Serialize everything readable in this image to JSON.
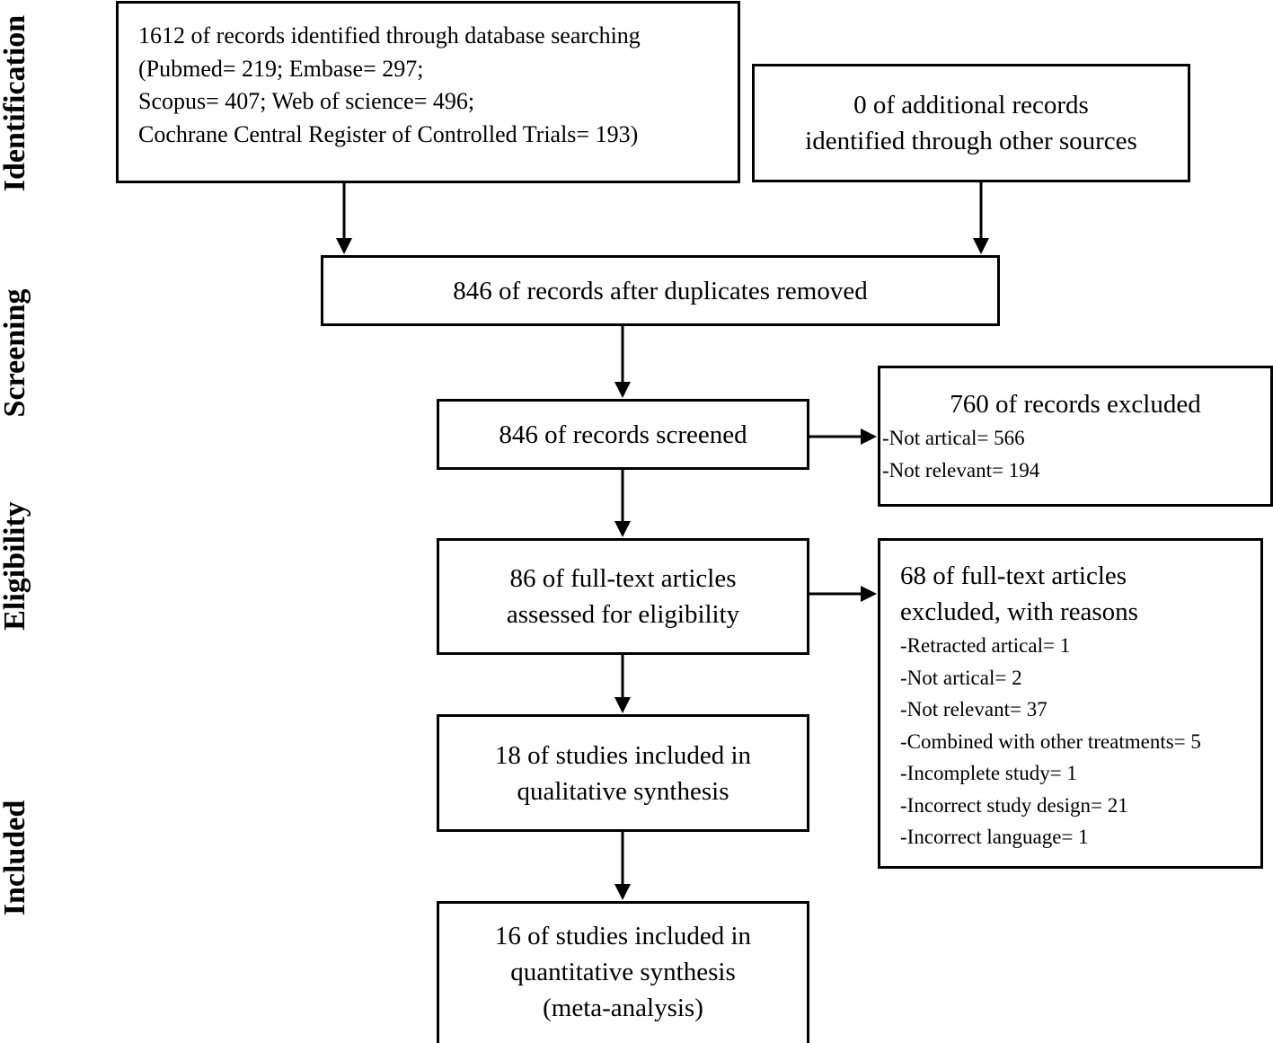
{
  "stages": [
    "Identification",
    "Screening",
    "Eligibility",
    "Included"
  ],
  "identification": {
    "database_lines": [
      "1612 of records identified through database searching",
      "(Pubmed= 219; Embase= 297;",
      "Scopus= 407; Web of science= 496;",
      "Cochrane Central Register of Controlled Trials= 193)"
    ],
    "other_lines": [
      "0 of additional records",
      "identified through other sources"
    ]
  },
  "screening": {
    "deduplicated": "846 of records after duplicates removed",
    "screened": "846 of records screened",
    "excluded_title": "760 of records excluded",
    "excluded_reasons": [
      "-Not artical= 566",
      "-Not relevant= 194"
    ]
  },
  "eligibility": {
    "assessed_lines": [
      "86 of full-text articles",
      "assessed for eligibility"
    ],
    "excluded_title_lines": [
      "68 of full-text articles",
      "excluded, with reasons"
    ],
    "excluded_reasons": [
      "-Retracted artical= 1",
      "-Not artical= 2",
      "-Not relevant= 37",
      "-Combined with other treatments= 5",
      "-Incomplete study= 1",
      "-Incorrect study design= 21",
      "-Incorrect language= 1"
    ]
  },
  "included": {
    "qualitative_lines": [
      "18 of studies included in",
      "qualitative synthesis"
    ],
    "quantitative_lines": [
      "16 of studies included in",
      "quantitative synthesis",
      "(meta-analysis)"
    ]
  }
}
